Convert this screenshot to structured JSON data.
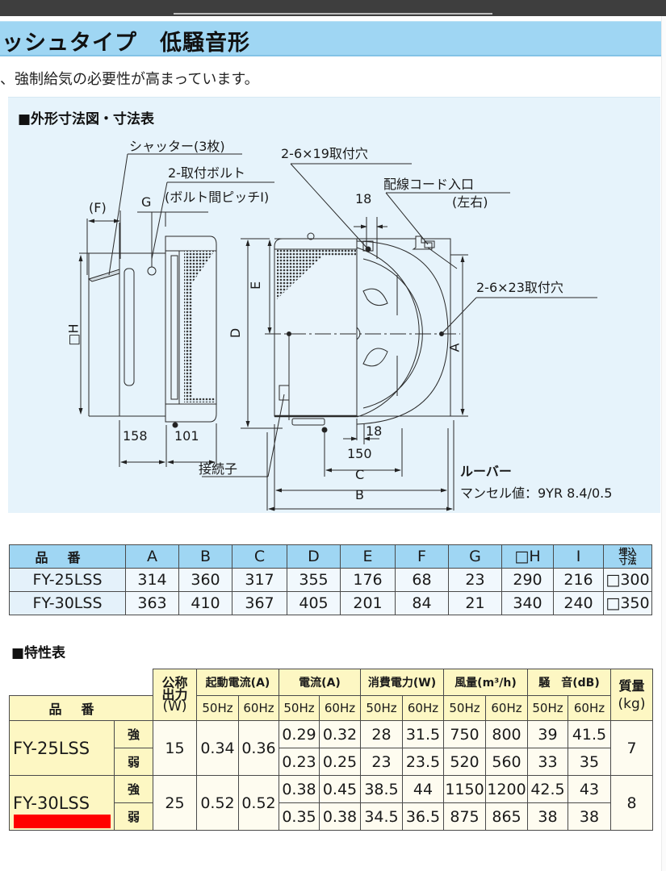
{
  "header": {
    "title": "ッシュタイプ　低騒音形",
    "intro": "、強制給気の必要性が高まっています。",
    "banner_color": "#9fd6f3"
  },
  "diagram": {
    "section_title": "■外形寸法図・寸法表",
    "labels": {
      "shutter": "シャッター(3枚)",
      "bolt": "2-取付ボルト",
      "bolt_pitch": "(ボルト間ピッチI)",
      "hole_19": "2-6×19取付穴",
      "cord_entry": "配線コード入口",
      "cord_entry_sides": "(左右)",
      "hole_23": "2-6×23取付穴",
      "F": "(F)",
      "G": "G",
      "H": "□H",
      "D": "D",
      "E": "E",
      "A": "A",
      "B": "B",
      "C": "C",
      "dim_18_top": "18",
      "dim_18_bottom": "18",
      "dim_150": "150",
      "dim_158": "158",
      "dim_101": "101",
      "terminal": "接続子",
      "louver": "ルーバー",
      "munsell": "マンセル値：9YR 8.4/0.5"
    }
  },
  "dimension_table": {
    "headers": [
      "品番",
      "A",
      "B",
      "C",
      "D",
      "E",
      "F",
      "G",
      "□H",
      "I",
      "埋込\n寸法"
    ],
    "header_embed_line1": "埋込",
    "header_embed_line2": "寸法",
    "rows": [
      [
        "FY-25LSS",
        "314",
        "360",
        "317",
        "355",
        "176",
        "68",
        "23",
        "290",
        "216",
        "□300"
      ],
      [
        "FY-30LSS",
        "363",
        "410",
        "367",
        "405",
        "201",
        "84",
        "21",
        "340",
        "240",
        "□350"
      ]
    ]
  },
  "characteristics_table": {
    "section_title": "■特性表",
    "headers": {
      "model": "品番",
      "rated_output_l1": "公称",
      "rated_output_l2": "出力",
      "rated_output_l3": "(W)",
      "starting_current": "起動電流(A)",
      "current": "電流(A)",
      "power": "消費電力(W)",
      "airflow": "風量(m³/h)",
      "noise": "騒　音(dB)",
      "mass_l1": "質量",
      "mass_l2": "(kg)",
      "hz50": "50Hz",
      "hz60": "60Hz"
    },
    "models": [
      {
        "name": "FY-25LSS",
        "rated_output": "15",
        "start_50": "0.34",
        "start_60": "0.36",
        "mass": "7",
        "modes": [
          {
            "mode": "強",
            "cur_50": "0.29",
            "cur_60": "0.32",
            "pow_50": "28",
            "pow_60": "31.5",
            "air_50": "750",
            "air_60": "800",
            "noise_50": "39",
            "noise_60": "41.5"
          },
          {
            "mode": "弱",
            "cur_50": "0.23",
            "cur_60": "0.25",
            "pow_50": "23",
            "pow_60": "23.5",
            "air_50": "520",
            "air_60": "560",
            "noise_50": "33",
            "noise_60": "35"
          }
        ]
      },
      {
        "name": "FY-30LSS",
        "rated_output": "25",
        "start_50": "0.52",
        "start_60": "0.52",
        "mass": "8",
        "highlight_color": "#ff0000",
        "modes": [
          {
            "mode": "強",
            "cur_50": "0.38",
            "cur_60": "0.45",
            "pow_50": "38.5",
            "pow_60": "44",
            "air_50": "1150",
            "air_60": "1200",
            "noise_50": "42.5",
            "noise_60": "43"
          },
          {
            "mode": "弱",
            "cur_50": "0.35",
            "cur_60": "0.38",
            "pow_50": "34.5",
            "pow_60": "36.5",
            "air_50": "875",
            "air_60": "865",
            "noise_50": "38",
            "noise_60": "38"
          }
        ]
      }
    ]
  }
}
